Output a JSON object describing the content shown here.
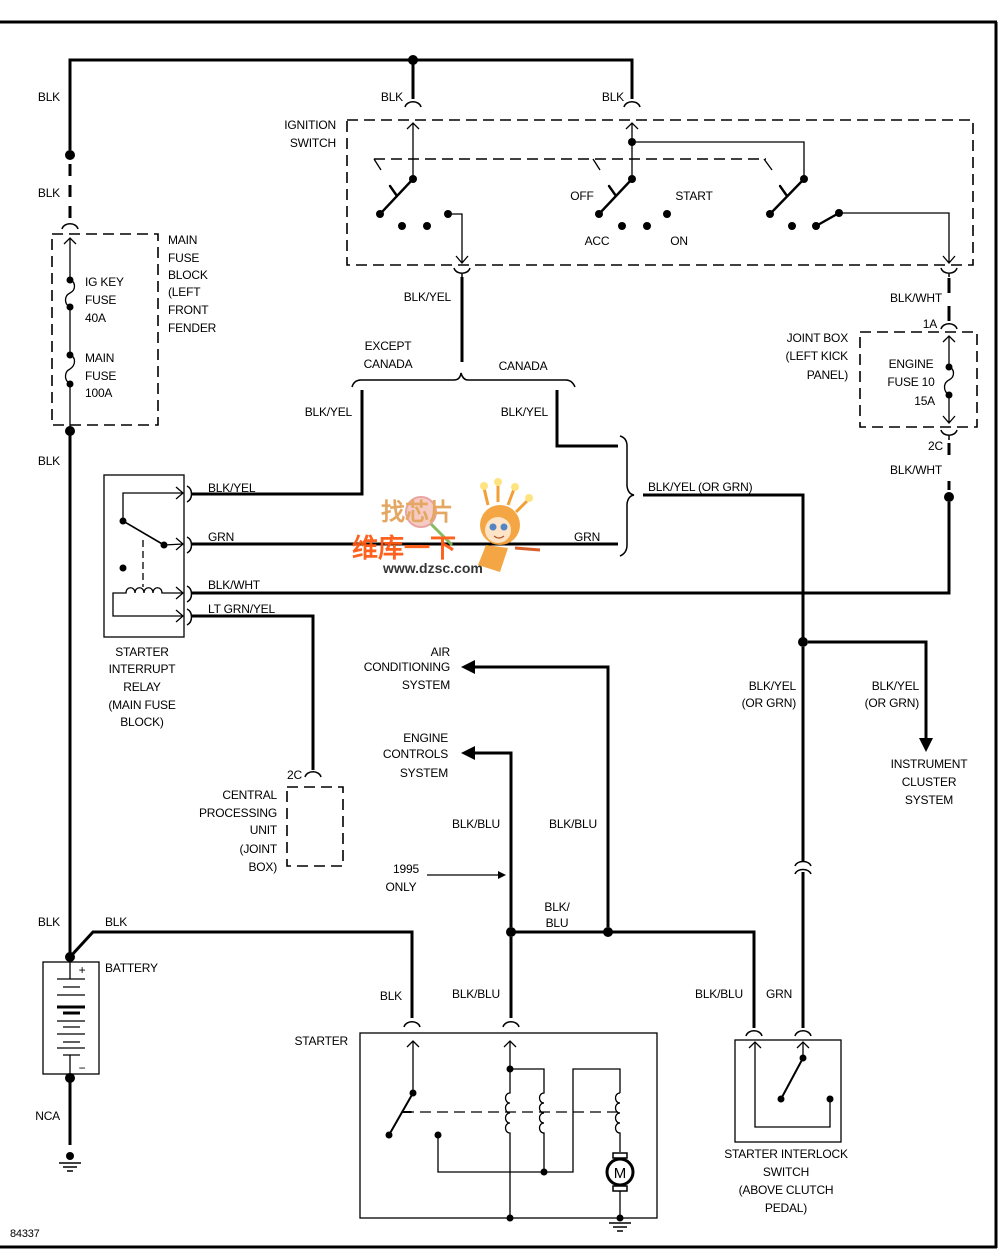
{
  "diagram": {
    "reference_number": "84337"
  },
  "watermark": {
    "line1": "找芯片",
    "line2": "维库一下",
    "url": "www.dzsc.com"
  },
  "components": {
    "ignition_switch": {
      "label": [
        "IGNITION",
        "SWITCH"
      ],
      "positions": {
        "off": "OFF",
        "start": "START",
        "acc": "ACC",
        "on": "ON"
      }
    },
    "main_fuse_block": {
      "label": [
        "MAIN",
        "FUSE",
        "BLOCK",
        "(LEFT",
        "FRONT",
        "FENDER"
      ],
      "fuses": [
        {
          "name": [
            "IG KEY",
            "FUSE"
          ],
          "rating": "40A"
        },
        {
          "name": [
            "MAIN",
            "FUSE"
          ],
          "rating": "100A"
        }
      ]
    },
    "joint_box": {
      "label": [
        "JOINT BOX",
        "(LEFT KICK",
        "PANEL)"
      ],
      "fuse_name": [
        "ENGINE",
        "FUSE 10"
      ],
      "fuse_rating": "15A",
      "pin_in": "1A",
      "pin_out": "2C"
    },
    "starter_interrupt_relay": {
      "label": [
        "STARTER",
        "INTERRUPT",
        "RELAY",
        "(MAIN FUSE",
        "BLOCK)"
      ]
    },
    "central_processing_unit": {
      "label": [
        "CENTRAL",
        "PROCESSING",
        "UNIT",
        "(JOINT",
        "BOX)"
      ],
      "pin": "2C"
    },
    "air_conditioning_system": {
      "label": [
        "AIR",
        "CONDITIONING",
        "SYSTEM"
      ]
    },
    "engine_controls_system": {
      "label": [
        "ENGINE",
        "CONTROLS",
        "SYSTEM"
      ]
    },
    "instrument_cluster_system": {
      "label": [
        "INSTRUMENT",
        "CLUSTER",
        "SYSTEM"
      ]
    },
    "battery": {
      "label": "BATTERY",
      "positive": "+",
      "negative": "−"
    },
    "starter": {
      "label": "STARTER",
      "motor_symbol": "M"
    },
    "starter_interlock_switch": {
      "label": [
        "STARTER INTERLOCK",
        "SWITCH",
        "(ABOVE CLUTCH",
        "PEDAL)"
      ]
    }
  },
  "notes": {
    "except_canada": [
      "EXCEPT",
      "CANADA"
    ],
    "canada": "CANADA",
    "year_only": [
      "1995",
      "ONLY"
    ]
  },
  "wire_labels": {
    "blk_main_1": "BLK",
    "blk_main_2": "BLK",
    "blk_main_3": "BLK",
    "blk_main_4": "BLK",
    "blk_battery_to_starter": "BLK",
    "blk_ign_1": "BLK",
    "blk_ign_2": "BLK",
    "blk_yel_ign_out": "BLK/YEL",
    "blk_wht_ign_out": "BLK/WHT",
    "blk_yel_except_canada": "BLK/YEL",
    "blk_yel_canada": "BLK/YEL",
    "blk_yel_relay": "BLK/YEL",
    "grn_relay": "GRN",
    "grn_right": "GRN",
    "blk_wht_relay": "BLK/WHT",
    "lt_grn_yel_relay": "LT GRN/YEL",
    "blk_yel_or_grn_top": "BLK/YEL (OR GRN)",
    "blk_wht_joint_out": "BLK/WHT",
    "blk_yel_or_grn_left": [
      "BLK/YEL",
      "(OR GRN)"
    ],
    "blk_yel_or_grn_right": [
      "BLK/YEL",
      "(OR GRN)"
    ],
    "blk_blu_engine": "BLK/BLU",
    "blk_blu_ac": "BLK/BLU",
    "blk_blu_junction": [
      "BLK/",
      "BLU"
    ],
    "blk_starter": "BLK",
    "blk_blu_starter": "BLK/BLU",
    "blk_blu_interlock": "BLK/BLU",
    "grn_interlock": "GRN",
    "nca": "NCA"
  }
}
